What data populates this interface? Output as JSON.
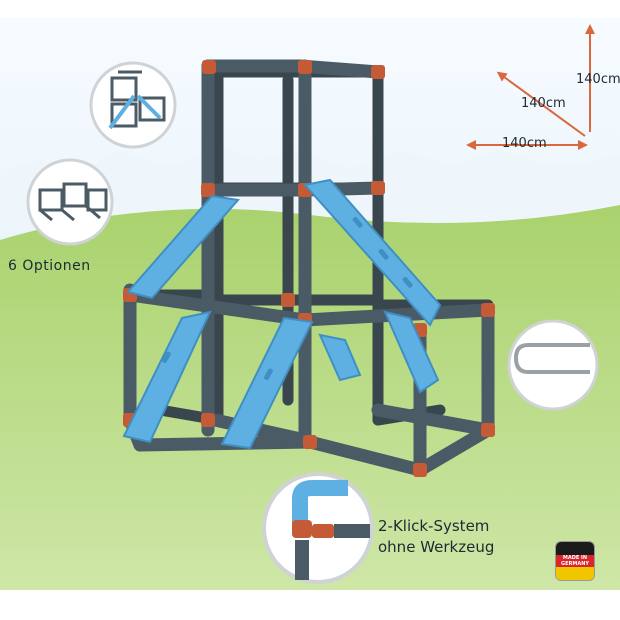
{
  "dimensions": {
    "height_label": "140cm",
    "depth_label": "140cm",
    "width_label": "140cm"
  },
  "features": {
    "options_label": "6 Optionen",
    "click_system_line1": "2-Klick-System",
    "click_system_line2": "ohne Werkzeug"
  },
  "badge": {
    "made_in_line1": "MADE IN",
    "made_in_line2": "GERMANY"
  },
  "icons": {
    "configuration_a": "frame-config-icon",
    "configuration_b": "frame-config-alt-icon",
    "connector": "connector-closeup-icon",
    "pin": "u-pin-icon",
    "flag": "germany-flag-icon"
  },
  "colors": {
    "frame_pipe": "#465660",
    "slide": "#5fb0e2",
    "connector": "#c45a36",
    "arrow": "#d9683f",
    "sky": "#e6f2fb",
    "grass": "#9dcb62"
  }
}
